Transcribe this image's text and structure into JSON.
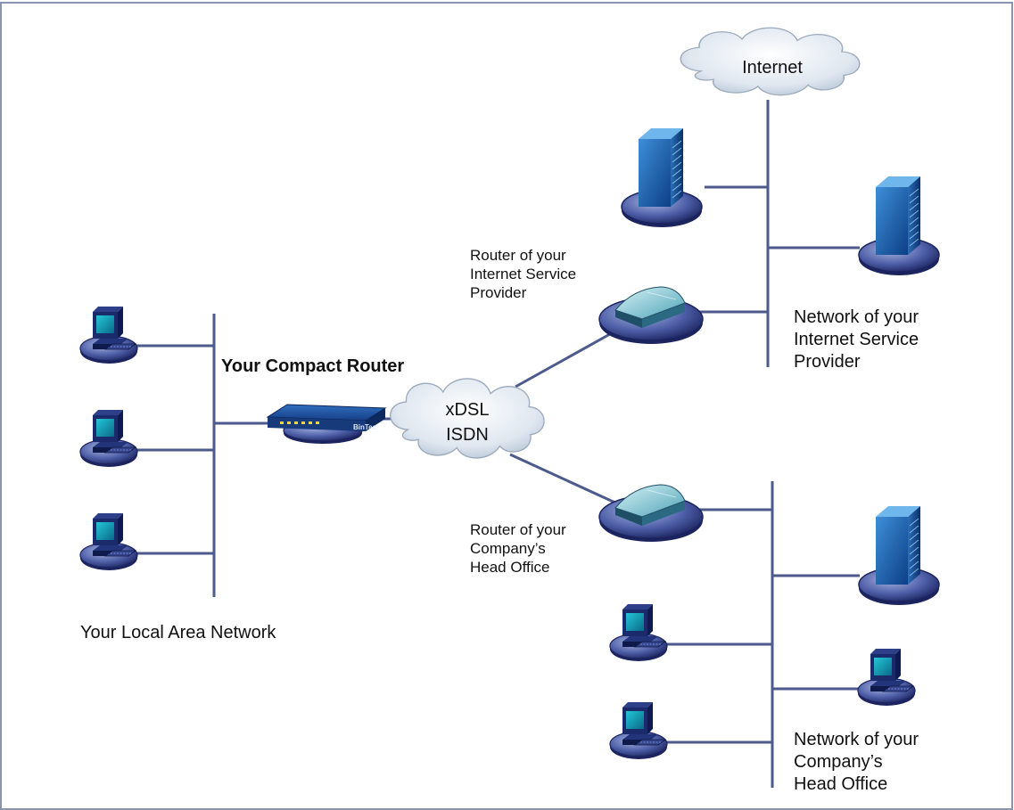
{
  "diagram": {
    "frame_color": "#8a95ad",
    "line_color": "#4d5a8c",
    "cloud_internet": {
      "label": "Internet"
    },
    "cloud_wan": {
      "label_line1": "xDSL",
      "label_line2": "ISDN"
    },
    "compact_router": {
      "label": "Your Compact Router",
      "brand": "BinTec"
    },
    "isp_router": {
      "label_lines": [
        "Router of your",
        "Internet Service",
        "Provider"
      ]
    },
    "ho_router": {
      "label_lines": [
        "Router of your",
        "Company’s",
        "Head Office"
      ]
    },
    "isp_network": {
      "label_lines": [
        "Network of your",
        "Internet Service",
        "Provider"
      ]
    },
    "ho_network": {
      "label_lines": [
        "Network of your",
        "Company’s",
        "Head Office"
      ]
    },
    "lan": {
      "label": "Your Local Area Network"
    },
    "icons": {
      "pc": "desktop-computer-icon",
      "server": "server-tower-icon",
      "router": "modem-router-icon",
      "cloud": "cloud-icon"
    }
  }
}
